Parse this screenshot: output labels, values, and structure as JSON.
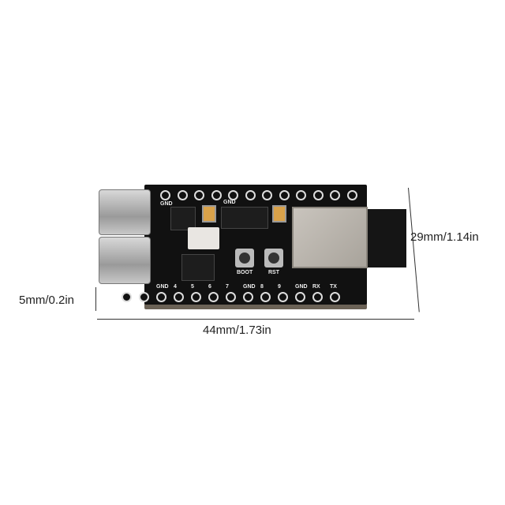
{
  "dimensions": {
    "width_label": "44mm/1.73in",
    "height_label": "29mm/1.14in",
    "thickness_label": "5mm/0.2in"
  },
  "board": {
    "top_labels": [
      "GND",
      "GND"
    ],
    "bottom_labels": [
      "GND",
      "4",
      "5",
      "6",
      "7",
      "GND",
      "8",
      "9",
      "GND",
      "RX",
      "TX"
    ],
    "button_labels": [
      "BOOT",
      "RST"
    ],
    "colors": {
      "pcb": "#111111",
      "module": "#c0bab2",
      "connector": "#b5b5b5"
    }
  }
}
